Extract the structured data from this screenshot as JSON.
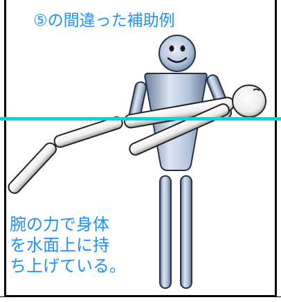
{
  "title": "⑤の間違った補助例",
  "caption_lines": [
    "腕の力で身体",
    "を水面上に持",
    "ち上げている。"
  ],
  "colors": {
    "text_accent": "#1e90ff",
    "water_line": "#00d8e0",
    "standing_figure": "#a9bcd6",
    "lifted_figure": "#f2f2f2"
  }
}
